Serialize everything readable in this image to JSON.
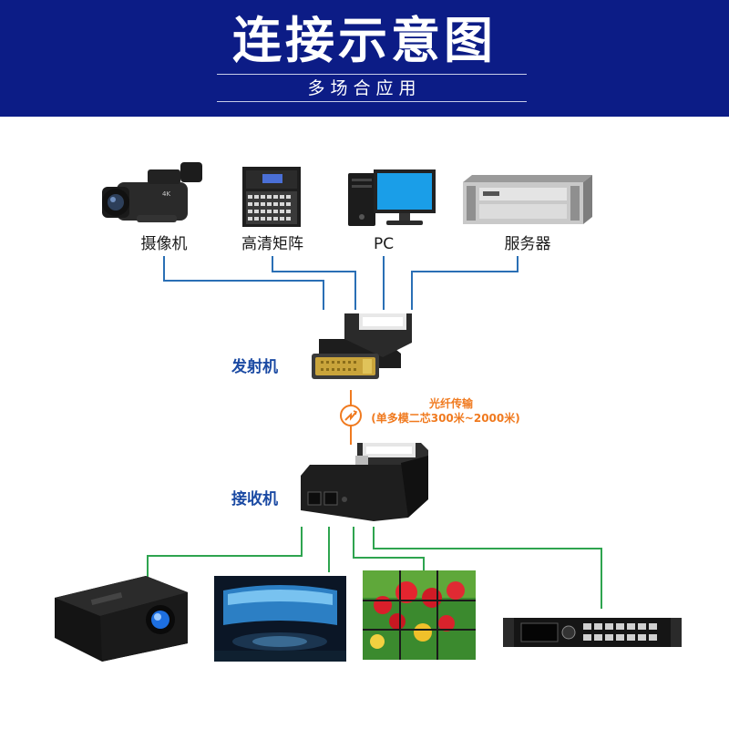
{
  "header": {
    "title": "连接示意图",
    "subtitle": "多场合应用"
  },
  "sources": [
    {
      "label": "摄像机",
      "icon": "camcorder-icon"
    },
    {
      "label": "高清矩阵",
      "icon": "matrix-switcher-icon"
    },
    {
      "label": "PC",
      "icon": "desktop-pc-icon"
    },
    {
      "label": "服务器",
      "icon": "rack-server-icon"
    }
  ],
  "transmitter": {
    "label": "发射机",
    "icon": "dvi-transmitter-icon"
  },
  "fiber": {
    "line1": "光纤传输",
    "line2": "(单多模二芯300米~2000米)",
    "icon": "fiber-link-icon"
  },
  "receiver": {
    "label": "接收机",
    "icon": "dvi-receiver-icon"
  },
  "outputs": [
    {
      "icon": "projector-icon"
    },
    {
      "icon": "curved-screen-icon"
    },
    {
      "icon": "video-wall-icon"
    },
    {
      "icon": "video-processor-icon"
    }
  ],
  "colors": {
    "banner": "#0c1c86",
    "input_lines": "#2a6fb5",
    "output_lines": "#2ea44f",
    "fiber": "#f07a1f",
    "role_text": "#1b4aa3"
  }
}
